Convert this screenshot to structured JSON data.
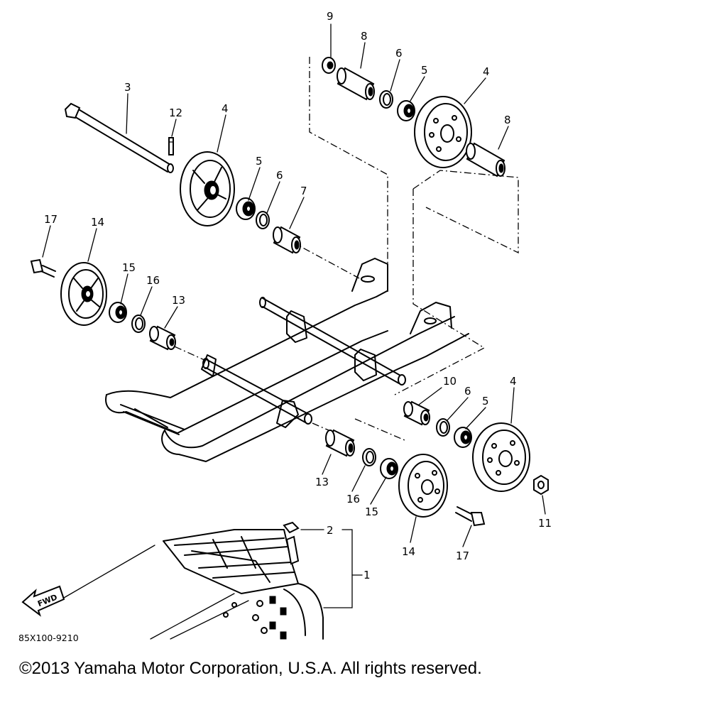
{
  "diagram": {
    "part_code": "85X100-9210",
    "direction_label": "FWD",
    "callouts": [
      {
        "id": "c9",
        "label": "9"
      },
      {
        "id": "c8a",
        "label": "8"
      },
      {
        "id": "c6a",
        "label": "6"
      },
      {
        "id": "c5a",
        "label": "5"
      },
      {
        "id": "c4a",
        "label": "4"
      },
      {
        "id": "c8b",
        "label": "8"
      },
      {
        "id": "c3",
        "label": "3"
      },
      {
        "id": "c12",
        "label": "12"
      },
      {
        "id": "c4b",
        "label": "4"
      },
      {
        "id": "c5b",
        "label": "5"
      },
      {
        "id": "c6b",
        "label": "6"
      },
      {
        "id": "c7",
        "label": "7"
      },
      {
        "id": "c17a",
        "label": "17"
      },
      {
        "id": "c14a",
        "label": "14"
      },
      {
        "id": "c15a",
        "label": "15"
      },
      {
        "id": "c16a",
        "label": "16"
      },
      {
        "id": "c13a",
        "label": "13"
      },
      {
        "id": "c10",
        "label": "10"
      },
      {
        "id": "c6c",
        "label": "6"
      },
      {
        "id": "c4c",
        "label": "4"
      },
      {
        "id": "c5c",
        "label": "5"
      },
      {
        "id": "c13b",
        "label": "13"
      },
      {
        "id": "c16b",
        "label": "16"
      },
      {
        "id": "c15b",
        "label": "15"
      },
      {
        "id": "c11",
        "label": "11"
      },
      {
        "id": "c14b",
        "label": "14"
      },
      {
        "id": "c17b",
        "label": "17"
      },
      {
        "id": "c2",
        "label": "2"
      },
      {
        "id": "c1",
        "label": "1"
      }
    ]
  },
  "footer": {
    "copyright": "©2013 Yamaha Motor Corporation, U.S.A. All rights reserved."
  }
}
